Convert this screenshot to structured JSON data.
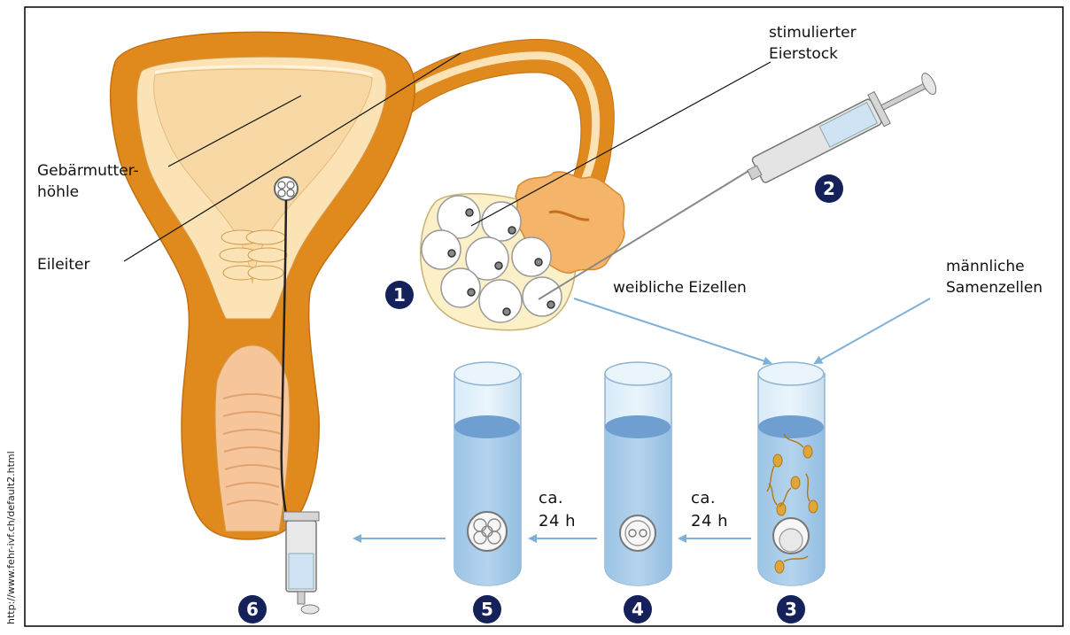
{
  "labels": {
    "cavity_line1": "Gebärmutter-",
    "cavity_line2": "höhle",
    "tube": "Eileiter",
    "ovary_line1": "stimulierter",
    "ovary_line2": "Eierstock",
    "eggs": "weibliche Eizellen",
    "sperm_line1": "männliche",
    "sperm_line2": "Samenzellen",
    "time_a_line1": "ca.",
    "time_a_line2": "24 h",
    "time_b_line1": "ca.",
    "time_b_line2": "24 h"
  },
  "steps": [
    "1",
    "2",
    "3",
    "4",
    "5",
    "6"
  ],
  "source_url": "http://www.fehr-ivf.ch/default2.html",
  "colors": {
    "uterus_outer": "#e08a1e",
    "uterus_inner": "#fbe3b6",
    "cavity": "#f8d9a6",
    "tube_liquid": "#a9cbe6",
    "tube_meniscus": "#6f9fd0",
    "badge": "#14215a",
    "arrow": "#7fb0d8"
  }
}
